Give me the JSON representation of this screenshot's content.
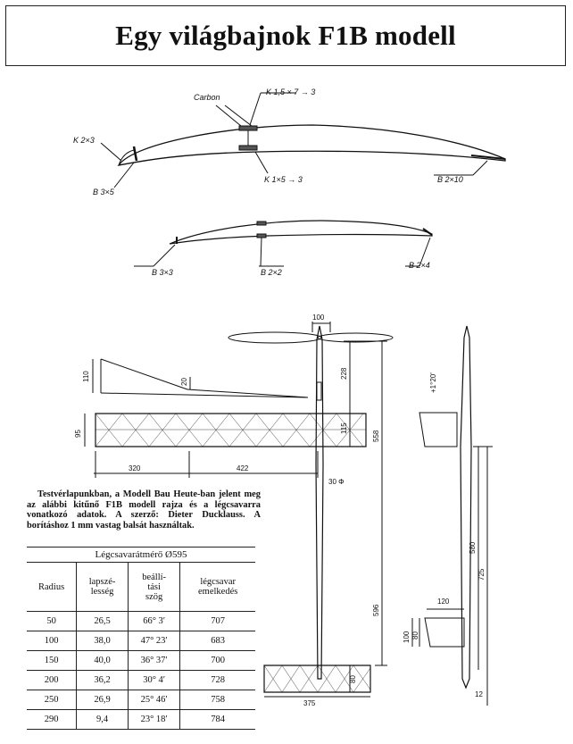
{
  "title": "Egy világbajnok F1B modell",
  "labels": {
    "carbon": "Carbon",
    "k15": "K 1,5 × 7 → 3",
    "k23": "K 2×3",
    "b35": "B 3×5",
    "k153": "K 1×5 → 3",
    "b210": "B 2×10",
    "b33": "B 3×3",
    "b22": "B 2×2",
    "b24": "B 2×4"
  },
  "dims": {
    "d100": "100",
    "d110": "110",
    "d20": "20",
    "d228": "228",
    "d95": "95",
    "d115": "115",
    "d558": "558",
    "d320": "320",
    "d422": "422",
    "d30": "30 Φ",
    "d120deg": "+1°20'",
    "d580": "580",
    "d725": "725",
    "d596": "596",
    "d120": "120",
    "d80a": "80",
    "d100b": "100",
    "d80b": "80",
    "d375": "375",
    "d12": "12"
  },
  "caption": "Testvérlapunkban, a Modell Bau Heute-ban jelent meg az alábbi kitűnő F1B modell rajza és a légcsavarra vonatkozó adatok. A szerző: Dieter Ducklauss. A borításhoz 1 mm vastag balsát használtak.",
  "table": {
    "caption": "Légcsavarátmérő Ø595",
    "headers": [
      "Radius",
      "lapszé-\nlesség",
      "beállí-\ntási\nszög",
      "légcsavar\nemelkedés"
    ],
    "rows": [
      [
        "50",
        "26,5",
        "66°  3′",
        "707"
      ],
      [
        "100",
        "38,0",
        "47° 23′",
        "683"
      ],
      [
        "150",
        "40,0",
        "36° 37′",
        "700"
      ],
      [
        "200",
        "36,2",
        "30°  4′",
        "728"
      ],
      [
        "250",
        "26,9",
        "25° 46′",
        "758"
      ],
      [
        "290",
        "9,4",
        "23° 18′",
        "784"
      ]
    ]
  }
}
